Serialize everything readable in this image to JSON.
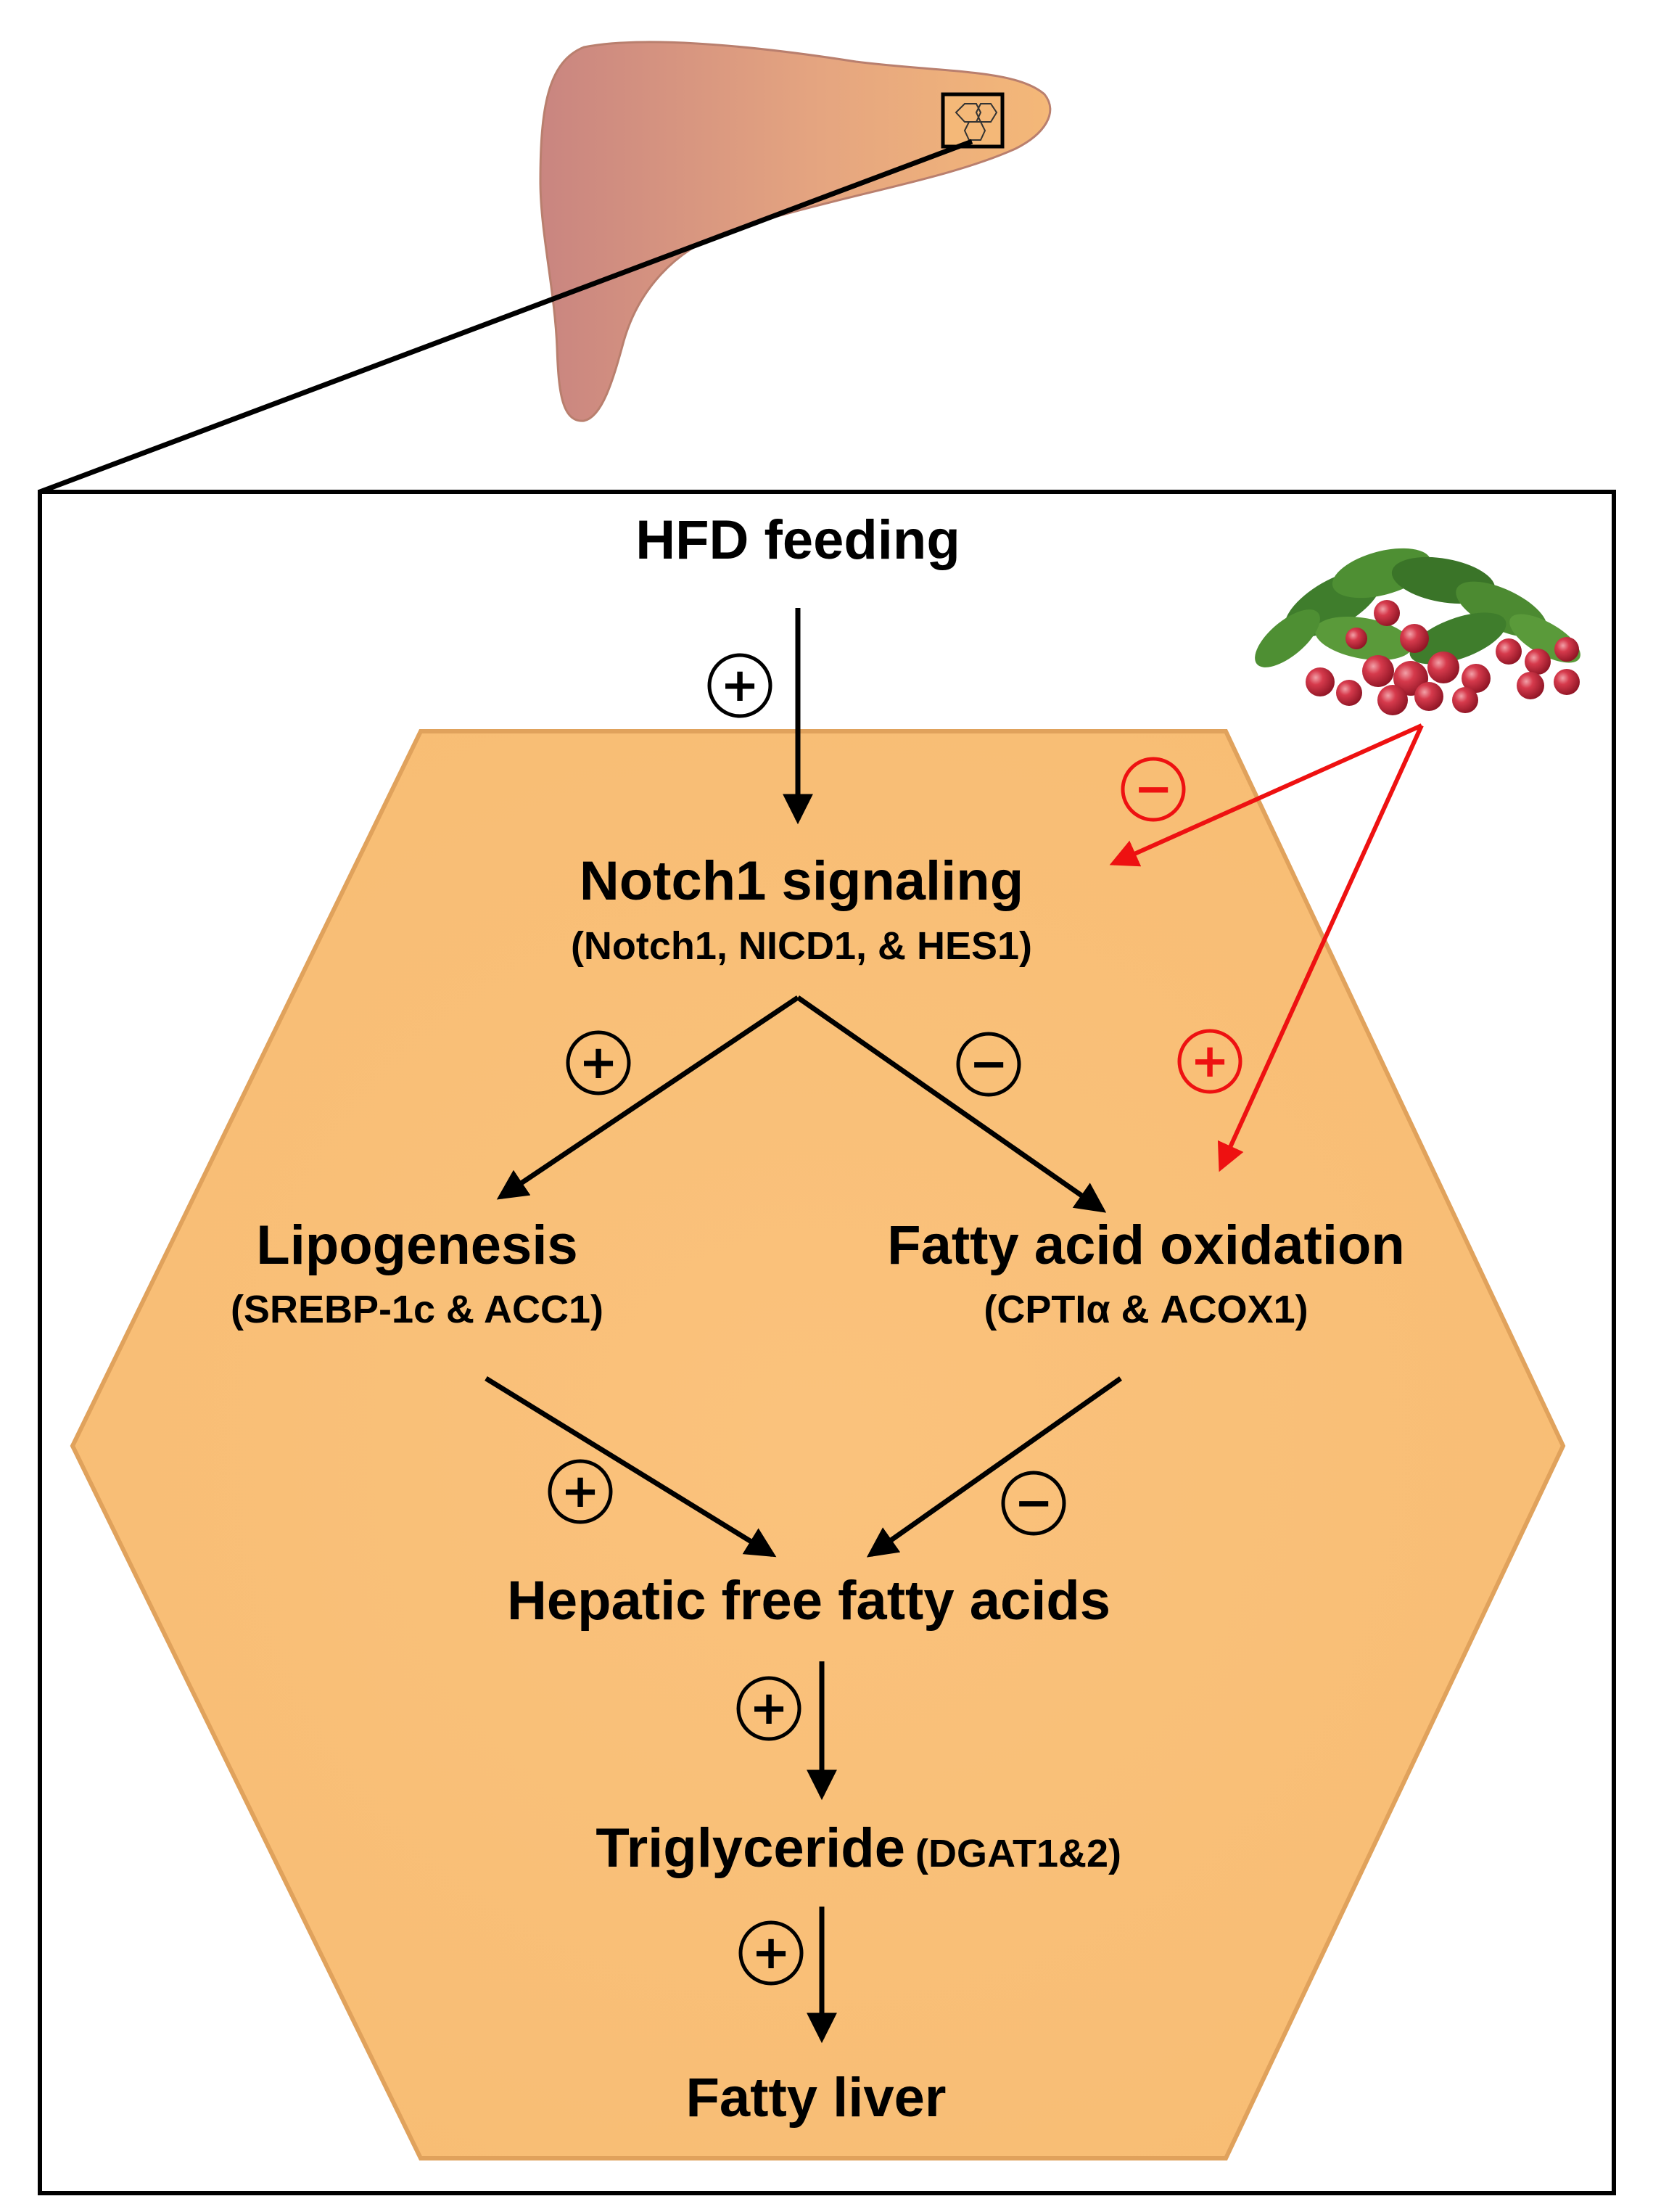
{
  "nodes": {
    "hfd": "HFD feeding",
    "notch_title": "Notch1 signaling",
    "notch_sub": "(Notch1, NICD1, & HES1)",
    "lipo_title": "Lipogenesis",
    "lipo_sub": "(SREBP-1c & ACC1)",
    "fao_title": "Fatty acid oxidation",
    "fao_sub": "(CPTIα & ACOX1)",
    "ffa": "Hepatic free fatty acids",
    "tg_title": "Triglyceride",
    "tg_sub": "(DGAT1&2)",
    "fatty_liver": "Fatty liver"
  },
  "signs": {
    "plus": "+",
    "minus": "−"
  },
  "colors": {
    "hexagon_fill": "#f8be76",
    "hexagon_edge": "#e0a25c",
    "frame": "#000000",
    "black_arrow": "#000000",
    "red_arrow": "#ee1111",
    "liver_dark": "#c98580",
    "liver_light": "#f4b878",
    "berry": "#c4273a",
    "leaf": "#3f7d2c"
  },
  "icons": {
    "liver": "liver-icon",
    "hepatocyte_inset": "hepatocyte-inset-icon",
    "lingonberry": "lingonberry-icon"
  }
}
